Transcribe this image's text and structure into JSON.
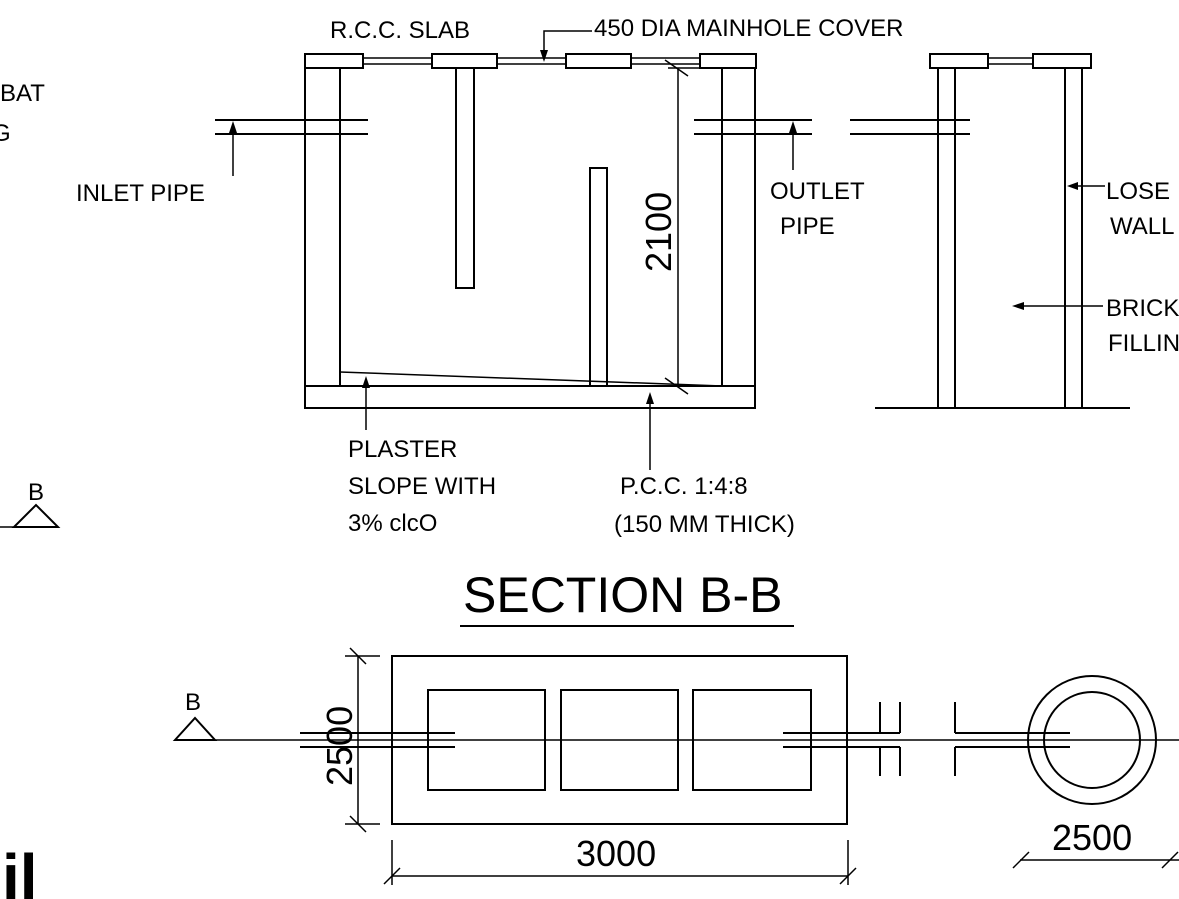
{
  "labels": {
    "rcc_slab": "R.C.C. SLAB",
    "manhole_cover": "450 DIA MAINHOLE COVER",
    "bat_fragment": "BAT",
    "g_fragment": "G",
    "inlet_pipe": "INLET PIPE",
    "outlet_pipe_1": "OUTLET",
    "outlet_pipe_2": "PIPE",
    "lose_wall_1": "LOSE",
    "lose_wall_2": "WALL",
    "brick_filling_1": "BRICK",
    "brick_filling_2": "FILLIN",
    "plaster_1": "PLASTER",
    "plaster_2": "SLOPE WITH",
    "plaster_3": "3% clcO",
    "pcc_1": "P.C.C. 1:4:8",
    "pcc_2": "(150 MM THICK)",
    "section_mark_upper": "B",
    "section_mark_lower": "B",
    "partial_logo": "il"
  },
  "dimensions": {
    "depth": "2100",
    "width": "2500",
    "length": "3000",
    "soak_pit_diameter": "2500"
  },
  "title": "SECTION B-B",
  "colors": {
    "line": "#000000",
    "background": "#ffffff"
  }
}
